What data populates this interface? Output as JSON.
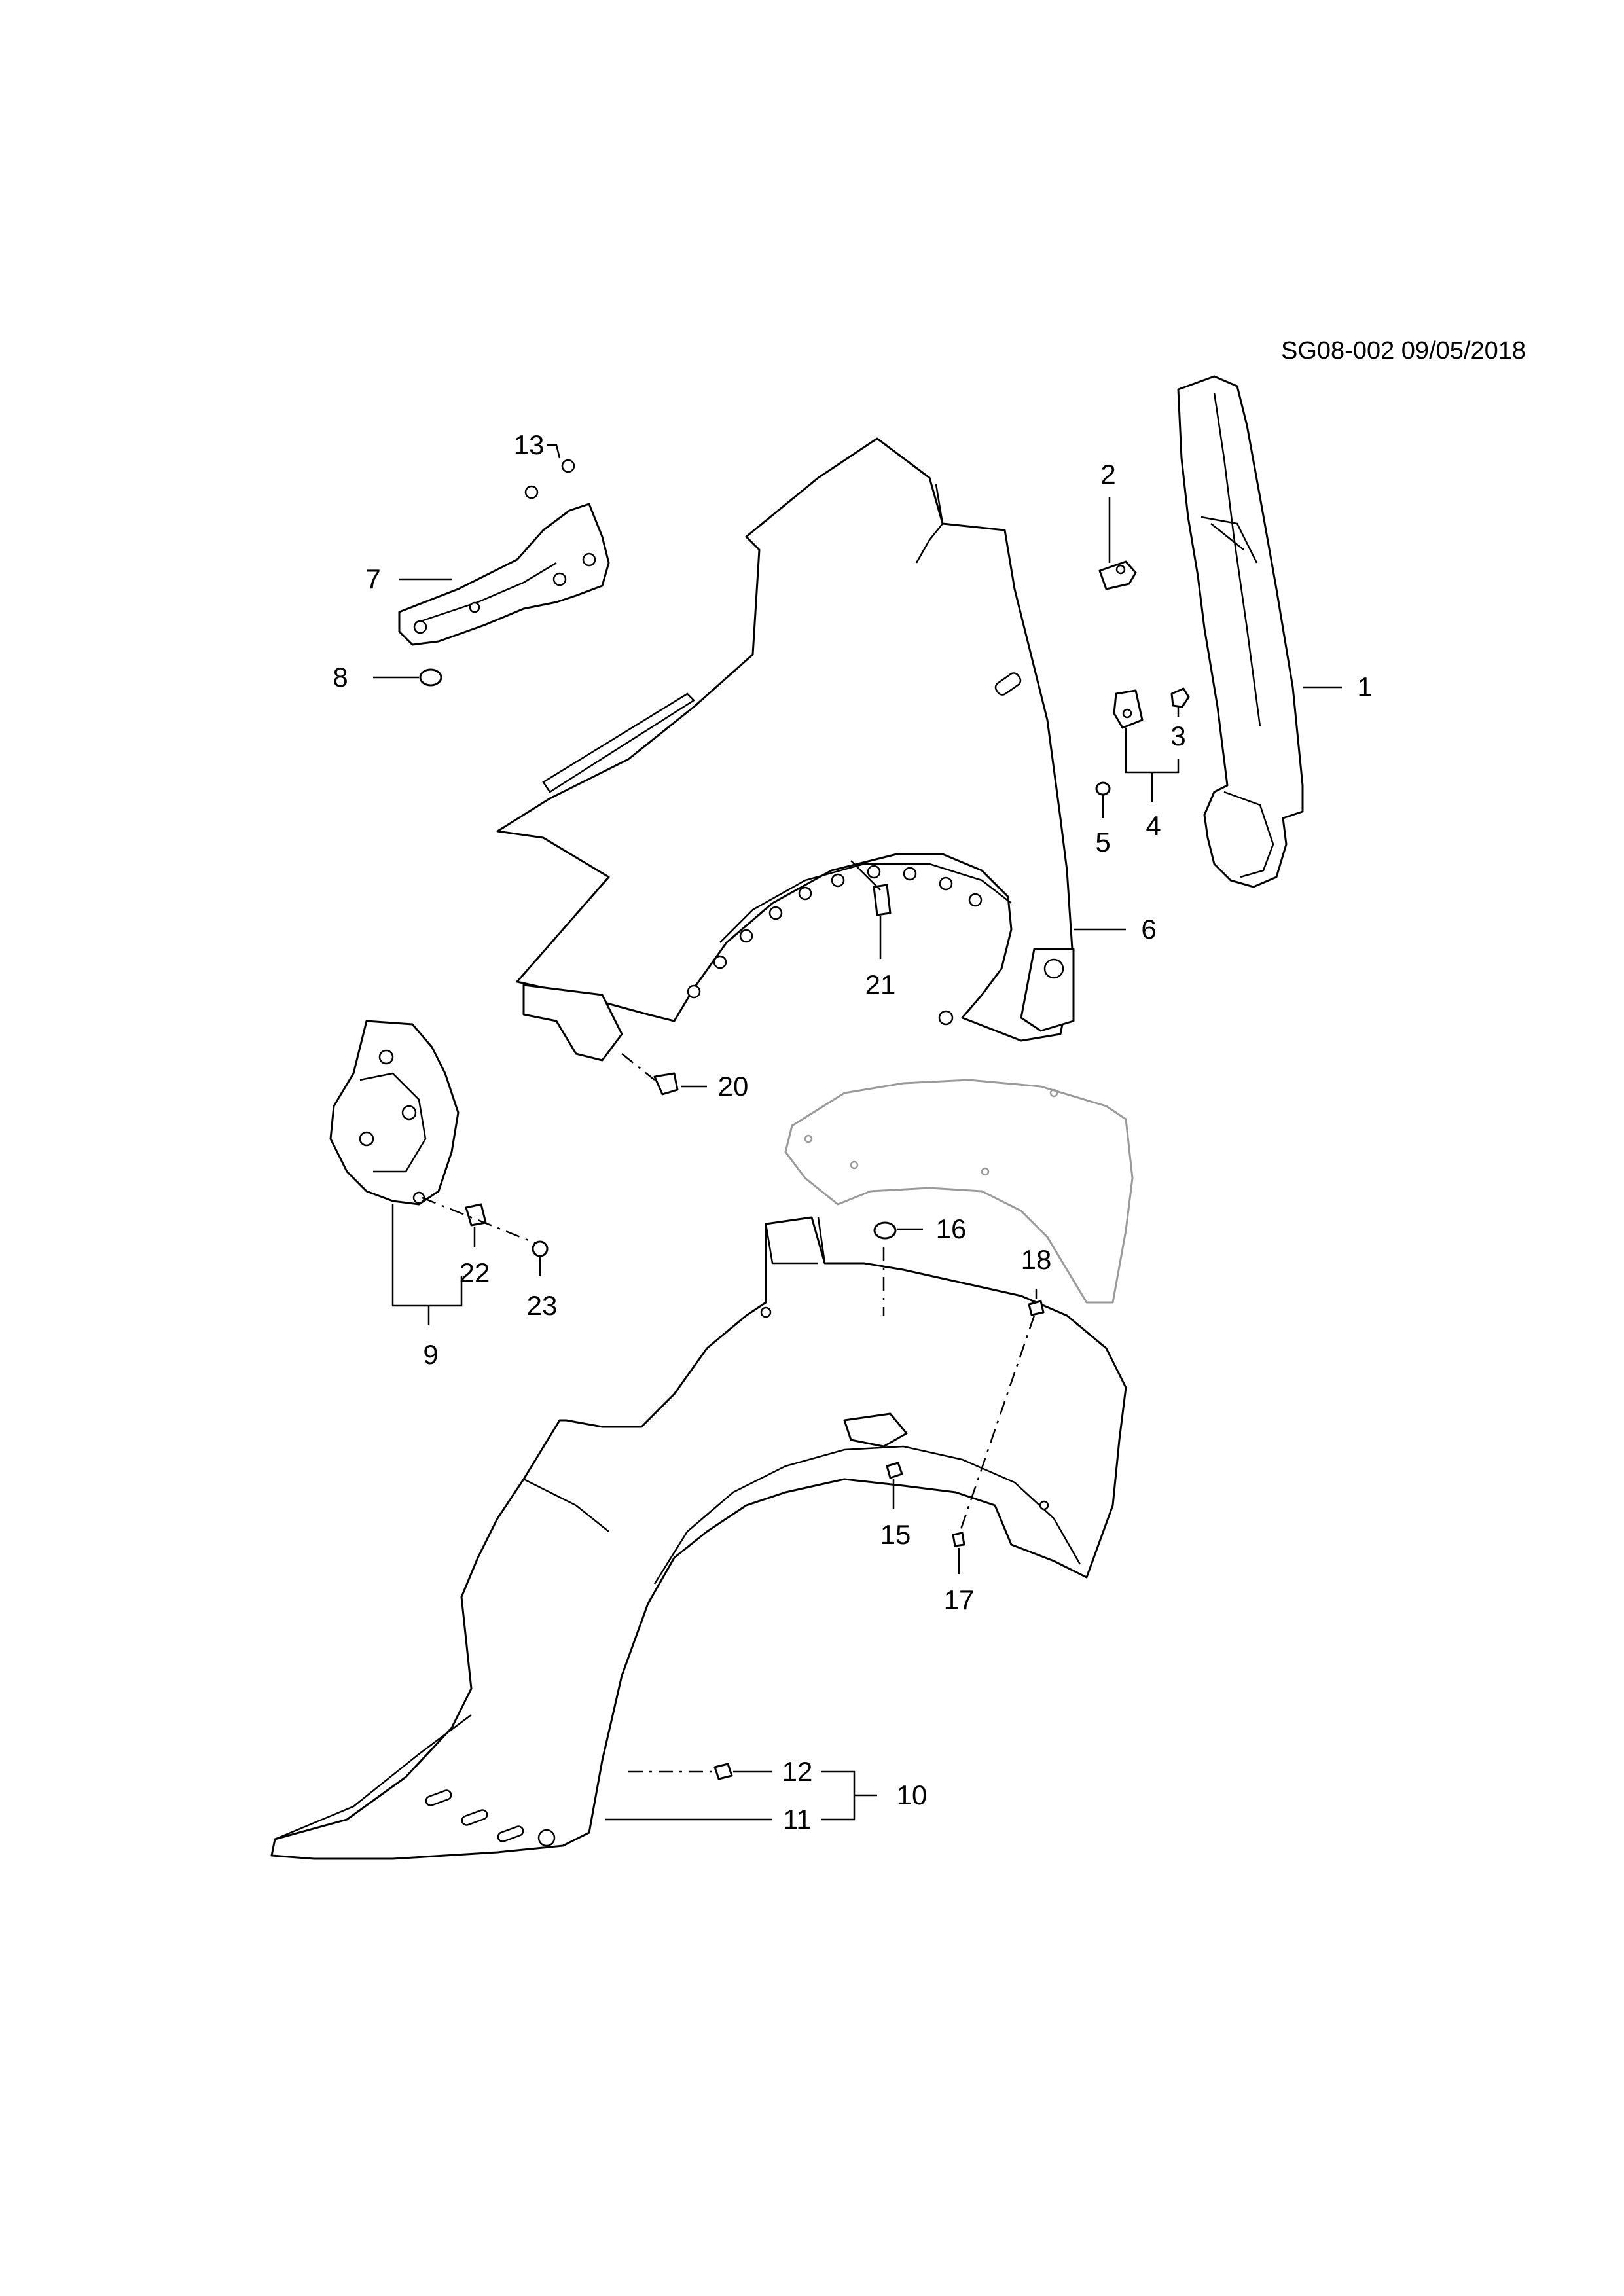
{
  "document": {
    "id": "SG08-002 09/05/2018"
  },
  "callouts": {
    "c1": "1",
    "c2": "2",
    "c3": "3",
    "c4": "4",
    "c5": "5",
    "c6": "6",
    "c7": "7",
    "c8": "8",
    "c9": "9",
    "c10": "10",
    "c11": "11",
    "c12": "12",
    "c13": "13",
    "c15": "15",
    "c16": "16",
    "c17": "17",
    "c18": "18",
    "c20": "20",
    "c21": "21",
    "c22": "22",
    "c23": "23"
  },
  "colors": {
    "line": "#000000",
    "faint_part": "#9a9a9a",
    "background": "#ffffff"
  }
}
